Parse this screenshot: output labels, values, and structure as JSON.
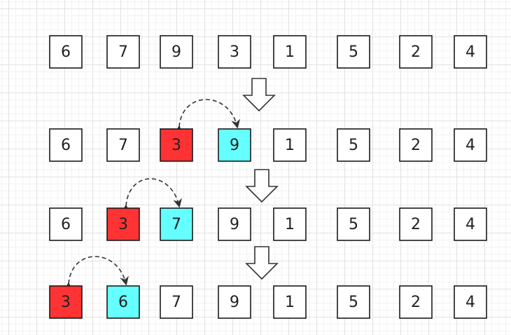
{
  "colors": {
    "box_default": "#ffffff",
    "box_moving": "#ff3333",
    "box_shifted": "#66ffff",
    "outline": "#1a1a1a"
  },
  "steps": [
    {
      "values": [
        "6",
        "7",
        "9",
        "3",
        "1",
        "5",
        "2",
        "4"
      ],
      "highlight": {}
    },
    {
      "values": [
        "6",
        "7",
        "3",
        "9",
        "1",
        "5",
        "2",
        "4"
      ],
      "highlight": {
        "moving": 2,
        "shifted": 3
      },
      "swap": [
        2,
        3
      ]
    },
    {
      "values": [
        "6",
        "3",
        "7",
        "9",
        "1",
        "5",
        "2",
        "4"
      ],
      "highlight": {
        "moving": 1,
        "shifted": 2
      },
      "swap": [
        1,
        2
      ]
    },
    {
      "values": [
        "3",
        "6",
        "7",
        "9",
        "1",
        "5",
        "2",
        "4"
      ],
      "highlight": {
        "moving": 0,
        "shifted": 1
      },
      "swap": [
        0,
        1
      ]
    }
  ],
  "arrow_icon": "down-arrow-icon",
  "arc_icon": "dashed-curved-arrow-icon"
}
